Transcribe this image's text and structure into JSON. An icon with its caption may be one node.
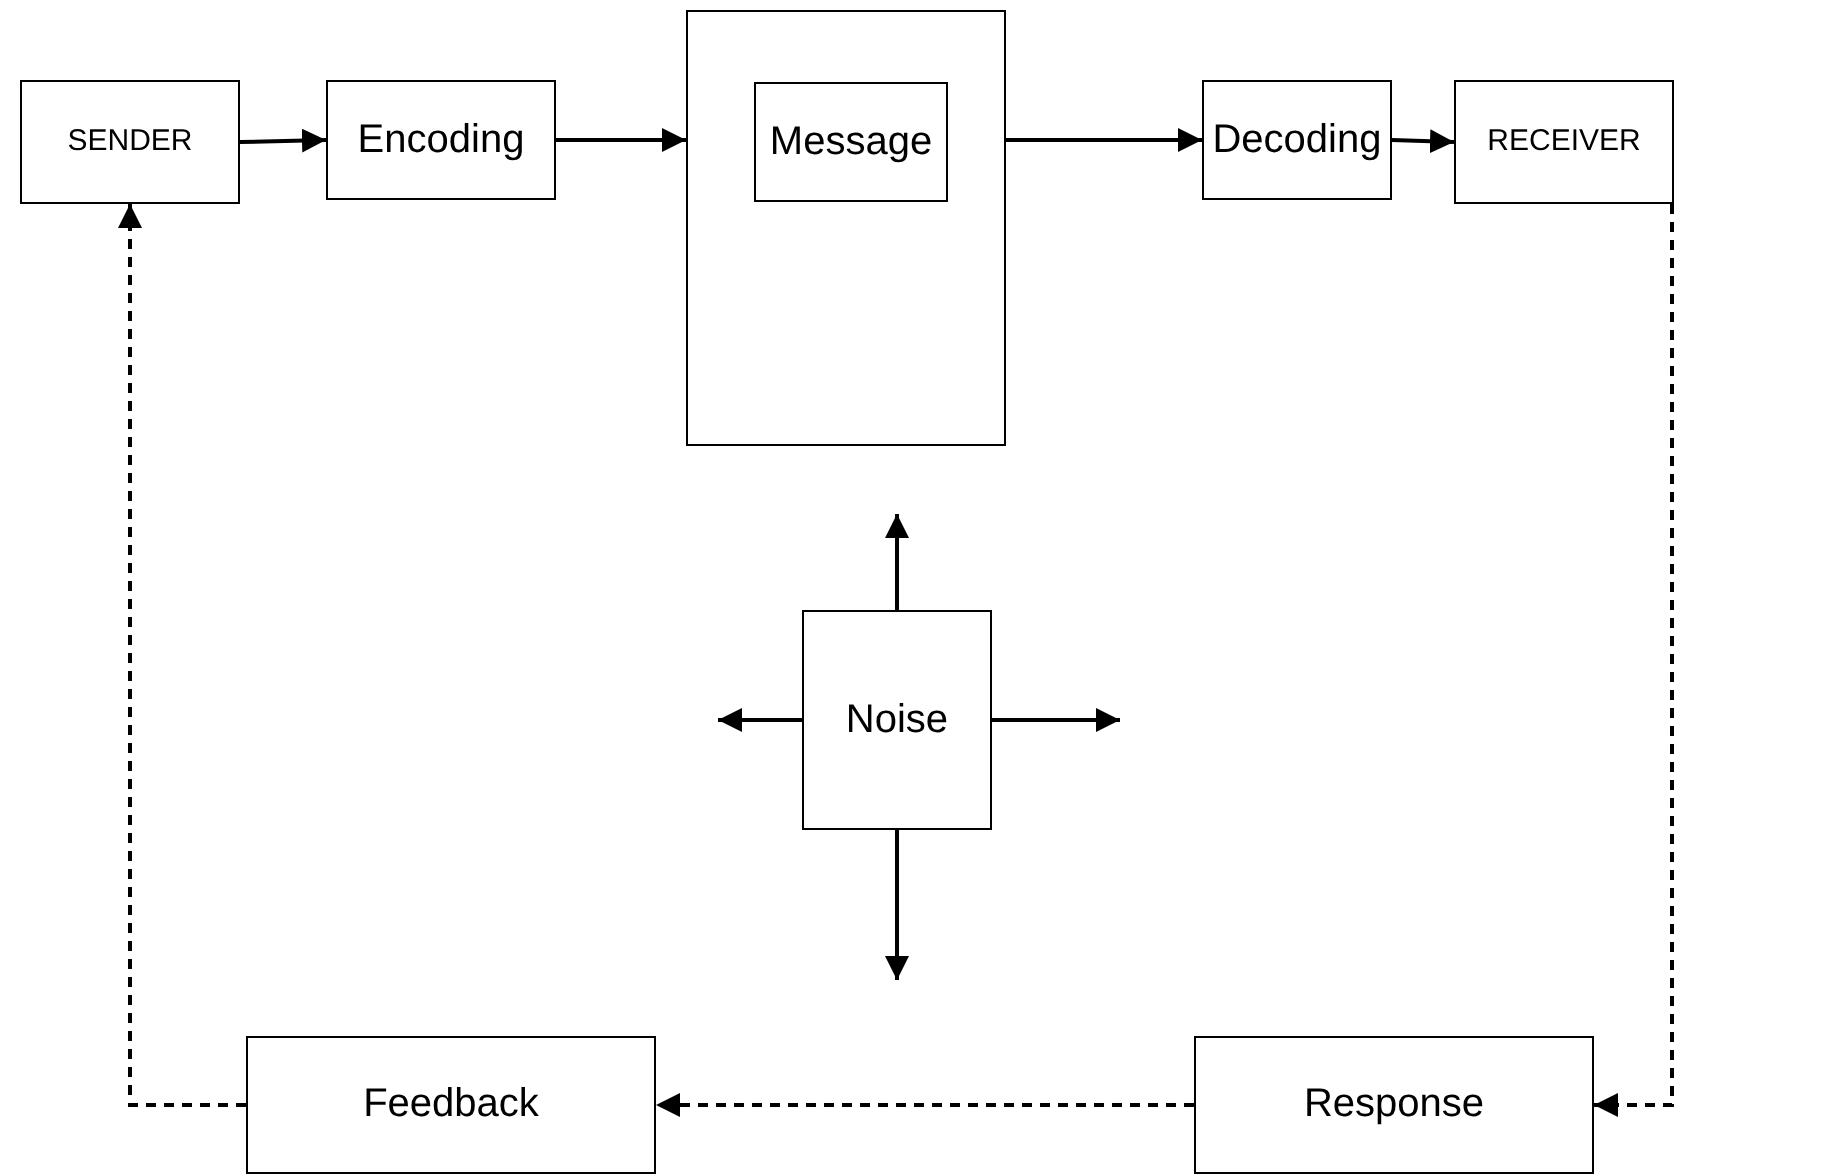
{
  "diagram": {
    "nodes": [
      {
        "text": [
          "SENDER"
        ]
      },
      {
        "text": [
          "Encoding"
        ]
      },
      {
        "text": [],
        "shape": "box"
      },
      {
        "text": [
          "Message"
        ],
        "in": 2
      },
      {
        "text": [
          "Decoding"
        ]
      },
      {
        "text": [
          "RECEIVER"
        ]
      },
      {
        "text": [
          "Noise"
        ]
      },
      {
        "text": [
          "Feedback"
        ]
      },
      {
        "text": [
          "Response"
        ]
      }
    ],
    "edges": [
      {
        "from": 0,
        "to": 1,
        "arrow": "to"
      },
      {
        "from": 1,
        "to": 2,
        "arrow": "to"
      },
      {
        "from": 2,
        "to": 4,
        "arrow": "to"
      },
      {
        "from": 4,
        "to": 5,
        "arrow": "to"
      },
      {
        "from": 5,
        "to": 8,
        "arrow": "to",
        "style": "dashed"
      },
      {
        "from": 8,
        "to": 7,
        "arrow": "to",
        "style": "dashed"
      },
      {
        "from": 7,
        "to": 0,
        "arrow": "to",
        "style": "dashed"
      },
      {
        "from": 6,
        "to": null,
        "arrow": "to"
      },
      {
        "from": 6,
        "to": null,
        "arrow": "to"
      },
      {
        "from": 6,
        "to": null,
        "arrow": "to"
      },
      {
        "from": 6,
        "to": null,
        "arrow": "to"
      }
    ]
  }
}
